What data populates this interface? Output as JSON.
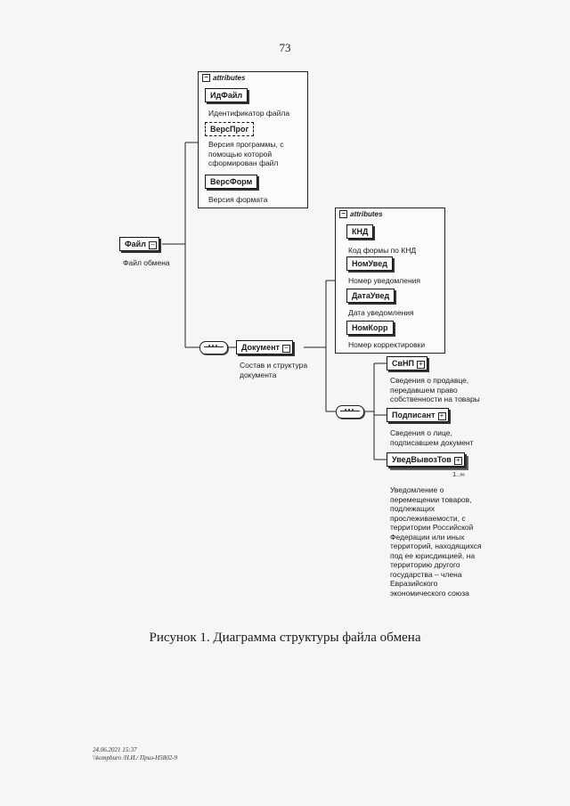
{
  "page_number": "73",
  "attributes_label": "attributes",
  "file_attributes": [
    {
      "name": "ИдФайл",
      "desc": "Идентификатор файла"
    },
    {
      "name": "ВерсПрог",
      "desc_lines": [
        "Версия программы, с",
        "помощью которой",
        "сформирован файл"
      ]
    },
    {
      "name": "ВерсФорм",
      "desc": "Версия формата"
    }
  ],
  "root": {
    "name": "Файл",
    "desc": "Файл обмена"
  },
  "document": {
    "name": "Документ",
    "desc_lines": [
      "Состав и структура",
      "документа"
    ]
  },
  "doc_attributes": [
    {
      "name": "КНД",
      "desc": "Код формы по КНД"
    },
    {
      "name": "НомУвед",
      "desc": "Номер уведомления"
    },
    {
      "name": "ДатаУвед",
      "desc": "Дата уведомления"
    },
    {
      "name": "НомКорр",
      "desc": "Номер корректировки"
    }
  ],
  "children": [
    {
      "name": "СвНП",
      "desc_lines": [
        "Сведения о продавце,",
        "передавшем право",
        "собственности на товары"
      ]
    },
    {
      "name": "Подписант",
      "desc_lines": [
        "Сведения о лице,",
        "подписавшем документ"
      ]
    },
    {
      "name": "УведВывозТов",
      "multiplicity": "1..∞",
      "desc_lines": [
        "Уведомление о",
        "перемещении товаров,",
        "подлежащих",
        "прослеживаемости, с",
        "территории Российской",
        "Федерации или иных",
        "территорий, находящихся",
        "под ее юрисдикцией, на",
        "территорию другого",
        "государства – члена",
        "Евразийского",
        "экономического союза"
      ]
    }
  ],
  "caption": "Рисунок 1. Диаграмма структуры файла обмена",
  "footer": [
    "24.06.2021 15:37",
    "\\\\kompburo /Н.И./ Приз-Н5802-9"
  ]
}
